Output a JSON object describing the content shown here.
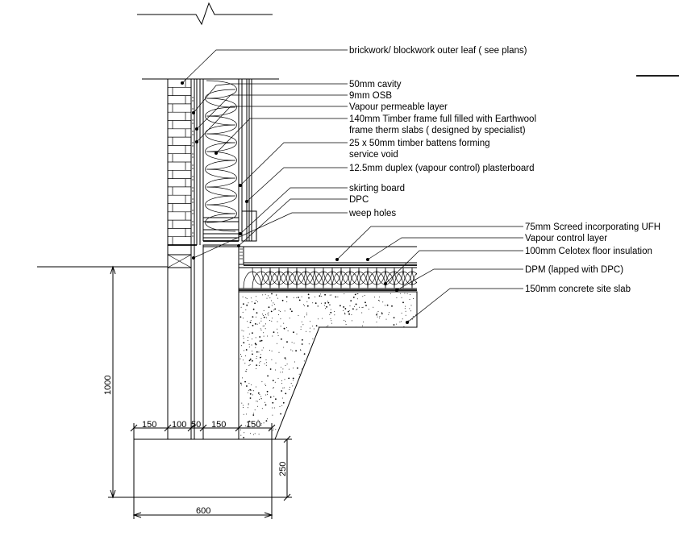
{
  "labels": {
    "outer_leaf": "brickwork/ blockwork outer leaf  ( see plans)",
    "cavity": "50mm cavity",
    "osb": "9mm OSB",
    "vapour_permeable": "Vapour permeable layer",
    "timber_frame_1": "140mm Timber frame full filled with Earthwool",
    "timber_frame_2": "frame therm slabs ( designed by specialist)",
    "battens_1": "25 x 50mm timber battens forming",
    "battens_2": "service void",
    "plasterboard": "12.5mm duplex (vapour control) plasterboard",
    "skirting": "skirting board",
    "dpc": "DPC",
    "weep_holes": "weep holes",
    "screed": "75mm Screed incorporating UFH",
    "vapour_control": "Vapour control layer",
    "floor_insulation": "100mm Celotex floor insulation",
    "dpm": "DPM (lapped with DPC)",
    "site_slab": "150mm concrete site slab"
  },
  "dimensions": {
    "d150a": "150",
    "d100": "100",
    "d50": "50",
    "d150b": "150",
    "d150c": "150",
    "height": "1000",
    "foundation_depth": "250",
    "foundation_width": "600"
  }
}
